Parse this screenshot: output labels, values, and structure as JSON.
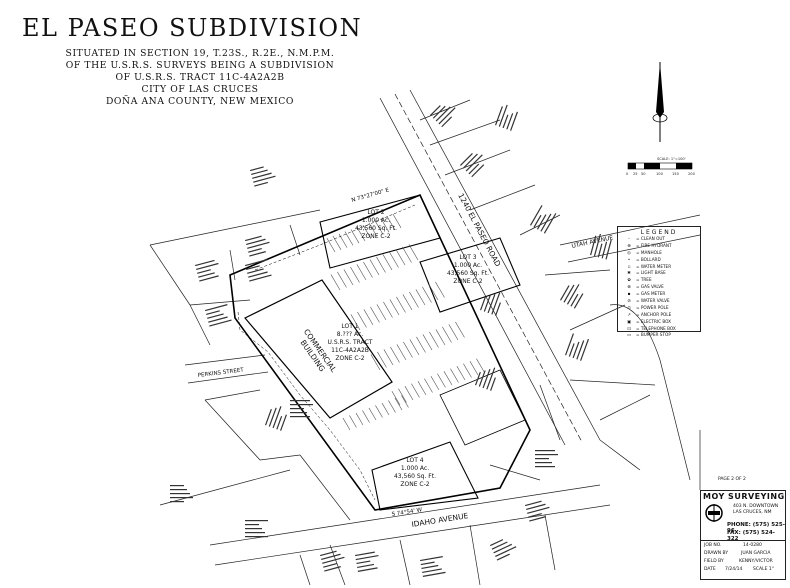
{
  "header": {
    "title": "EL PASEO SUBDIVISION",
    "lines": [
      "SITUATED IN SECTION 19, T.23S., R.2E., N.M.P.M.",
      "OF THE U.S.R.S. SURVEYS BEING A SUBDIVISION",
      "OF U.S.R.S. TRACT 11C-4A2A2B",
      "CITY OF LAS CRUCES",
      "DOÑA ANA COUNTY, NEW MEXICO"
    ]
  },
  "streets": {
    "el_paseo": "1240 EL PASEO ROAD",
    "utah": "UTAH AVENUE",
    "perkins": "PERKINS STREET",
    "idaho": "IDAHO AVENUE"
  },
  "lots": {
    "lot1": [
      "LOT 1",
      "8.??? Ac.",
      "U.S.R.S. TRACT",
      "11C-4A2A2B",
      "ZONE C-2"
    ],
    "lot2": [
      "LOT 2",
      "1.000 Ac.",
      "43,560 Sq. Ft.",
      "ZONE C-2"
    ],
    "lot3": [
      "LOT 3",
      "1.000 Ac.",
      "43,560 Sq. Ft.",
      "ZONE C-2"
    ],
    "lot4": [
      "LOT 4",
      "1.000 Ac.",
      "43,560 Sq. Ft.",
      "ZONE C-2"
    ]
  },
  "building": [
    "COMMERCIAL",
    "BUILDING"
  ],
  "bearings": {
    "north_line": "N 73°27'00\" E",
    "south_line": "S 74°54' W"
  },
  "scale": {
    "label": "SCALE: 1\"=100'",
    "ticks": [
      "0",
      "25",
      "50",
      "100",
      "150",
      "200"
    ]
  },
  "legend": {
    "title": "LEGEND",
    "items": [
      {
        "sym": "◦",
        "label": "CLEAN OUT"
      },
      {
        "sym": "⊕",
        "label": "FIRE HYDRANT"
      },
      {
        "sym": "◎",
        "label": "MANHOLE"
      },
      {
        "sym": "•",
        "label": "BOLLARD"
      },
      {
        "sym": "▫",
        "label": "WATER METER"
      },
      {
        "sym": "✱",
        "label": "LIGHT BASE"
      },
      {
        "sym": "✿",
        "label": "TREE"
      },
      {
        "sym": "⊗",
        "label": "GAS VALVE"
      },
      {
        "sym": "▪",
        "label": "GAS METER"
      },
      {
        "sym": "⊘",
        "label": "WATER VALVE"
      },
      {
        "sym": "⊙",
        "label": "POWER POLE"
      },
      {
        "sym": "↗",
        "label": "ANCHOR POLE"
      },
      {
        "sym": "▣",
        "label": "ELECTRIC BOX"
      },
      {
        "sym": "⊡",
        "label": "TELEPHONE BOX"
      },
      {
        "sym": "▭",
        "label": "BUMPER STOP"
      }
    ]
  },
  "title_block": {
    "page": "PAGE 2 OF 2",
    "company": "MOY SURVEYING",
    "address1": "403 N. DOWNTOWN",
    "address2": "LAS CRUCES, NM",
    "phone": "PHONE: (575) 525-96",
    "fax": "FAX: (575) 524-322",
    "job_label": "JOB NO.",
    "job": "14-0280",
    "drawn_label": "DRAWN BY",
    "drawn": "JUAN GARCIA",
    "field_label": "FIELD BY",
    "field": "KENNY/VICTOR",
    "date_label": "DATE",
    "date": "7/24/14",
    "scale_note": "SCALE 1\""
  }
}
